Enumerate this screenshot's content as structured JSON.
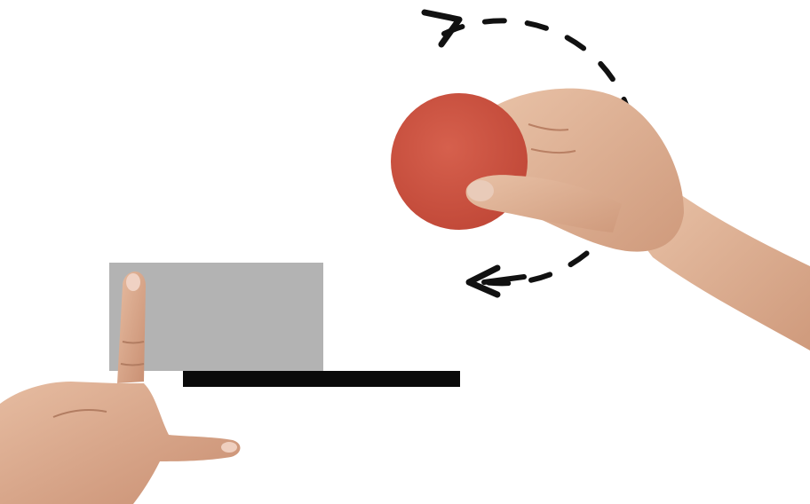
{
  "scene": {
    "background_color": "#ffffff",
    "elements": [
      {
        "name": "gray-rectangle",
        "color": "#b3b3b3"
      },
      {
        "name": "black-bar",
        "color": "#0a0a0a"
      },
      {
        "name": "red-circle",
        "color": "#cf5543"
      },
      {
        "name": "dashed-rotation-arrow",
        "color": "#111111",
        "style": "dashed",
        "direction": "clockwise"
      },
      {
        "name": "right-hand",
        "action": "holding-circle",
        "skin_color": "#e0b498"
      },
      {
        "name": "left-hand",
        "action": "finger-pointing-up",
        "skin_color": "#dfb297"
      }
    ]
  }
}
